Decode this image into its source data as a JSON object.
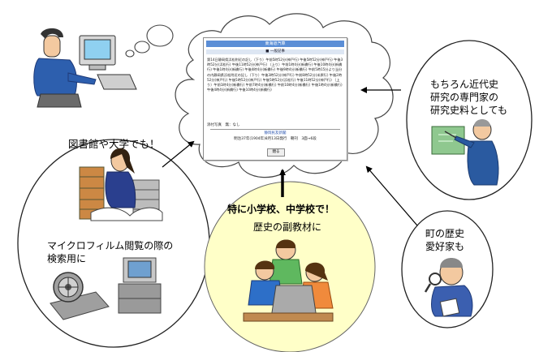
{
  "screen": {
    "title": "東海道汽車",
    "section": "■ 一般記事",
    "body": "第14日静岡県浜松附近の記し（下り）午前5時52分(神戸行) 午後5時52分(神戸行) 午後3時52分(浜松行) 午後11時52分(神戸行) （上り）午前1時4分(新橋行) 午後10時4分(新橋行) 午後1時4分(新橋行) 午後4時4分(新橋行) 午後9時4分(新橋行) 午前5時15分より当分の内静岡県浜松附近の記し（下り）午後3時52分(神戸行) 午前8時52分(米原行) 午後2時52分(神戸行) 午後5時52分(神戸行) 午後5時52分(浜松行) 午後11時52分(神戸行) （上り）午前1時4分(新橋行) 午前7時4分(新橋行) 午前10時4分(新橋行) 午後1時4分(新橋行) 午後4時4分(新橋行) 午後10時4分(新橋行)",
    "extra": "添付写真　無：なし",
    "source": "静岡民友新聞",
    "published": "明治37年(1904年)8月13日発行　朝刊　3面→6段",
    "close": "閉る"
  },
  "labels": {
    "library": "図書館や大学でも！",
    "microfilm_1": "マイクロフィルム閲覧の際の",
    "microfilm_2": "検索用に",
    "school_heading": "特に小学校、中学校で！",
    "school_sub": "歴史の副教材に",
    "researcher_1": "もちろん近代史",
    "researcher_2": "研究の専門家の",
    "researcher_3": "研究史料としても",
    "local_1": "町の歴史",
    "local_2": "愛好家も"
  },
  "colors": {
    "school_fill": "#ffffc8",
    "panel_header": "#5b8ed6"
  }
}
